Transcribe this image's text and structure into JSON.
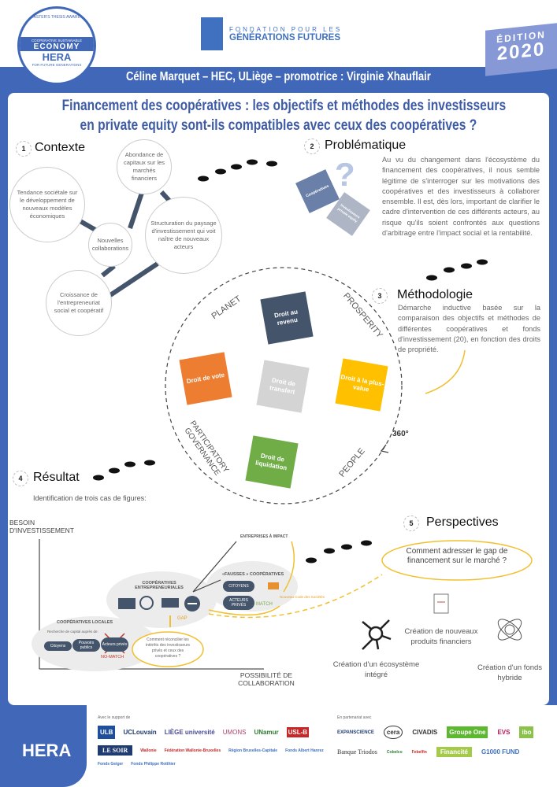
{
  "header": {
    "hera_badge": {
      "top": "MASTER'S THESIS AWARDS",
      "mid": "COOPERATIVE SUSTAINABLE",
      "main": "ECONOMY",
      "brand": "HERA",
      "bottom": "FOR FUTURE GENERATIONS"
    },
    "foundation": {
      "line1": "FONDATION POUR LES",
      "line2": "GÉNÉRATIONS FUTURES"
    },
    "edition": {
      "label": "ÉDITION",
      "year": "2020"
    },
    "author_line": "Céline Marquet – HEC, ULiège – promotrice : Virginie Xhauflair",
    "title_line1": "Financement des coopératives : les objectifs et méthodes des investisseurs",
    "title_line2": "en private equity sont-ils compatibles avec ceux des coopératives ?"
  },
  "contexte": {
    "num": "1",
    "title": "Contexte",
    "bubbles": [
      "Abondance de capitaux sur les marchés financiers",
      "Tendance sociétale sur le développement de nouveaux modèles économiques",
      "Nouvelles collaborations",
      "Structuration du paysage d'investissement qui voit naître de nouveaux acteurs",
      "Croissance de l'entrepreneuriat social et coopératif"
    ]
  },
  "problematique": {
    "num": "2",
    "title": "Problématique",
    "puzzle_labels": [
      "Coopératives",
      "Investisseurs private equity"
    ],
    "text": "Au vu du changement dans l'écosystème du financement des coopératives, il nous semble légitime de s'interroger sur les motivations des coopératives et des investisseurs à collaborer ensemble. Il est, dès lors, important de clarifier le cadre d'intervention de ces différents acteurs, au risque qu'ils soient confrontés aux questions d'arbitrage entre l'impact social et la rentabilité."
  },
  "methodologie": {
    "num": "3",
    "title": "Méthodologie",
    "text": "Démarche inductive basée sur la comparaison des objectifs et méthodes de différentes coopératives et fonds d'investissement (20), en fonction des droits de propriété.",
    "degrees": "360°",
    "circle_labels": {
      "planet": "PLANET",
      "prosperity": "PROSPERITY",
      "people": "PEOPLE",
      "governance1": "PARTICIPATORY",
      "governance2": "GOVERNANCE"
    },
    "puzzles": [
      {
        "label": "Droit au revenu",
        "color": "#44546a"
      },
      {
        "label": "Droit de vote",
        "color": "#ed7d31"
      },
      {
        "label": "Droit de transfert",
        "color": "#d4d4d4"
      },
      {
        "label": "Droit à la plus-value",
        "color": "#ffc000"
      },
      {
        "label": "Droit de liquidation",
        "color": "#70ad47"
      }
    ]
  },
  "resultat": {
    "num": "4",
    "title": "Résultat",
    "subtitle": "Identification de trois cas de figures:",
    "y_axis": "BESOIN D'INVESTISSEMENT",
    "x_axis": "POSSIBILITÉ DE COLLABORATION",
    "impact": "ENTREPRISES À IMPACT",
    "fausses": {
      "title": "«FAUSSES » COOPÉRATIVES",
      "pills": [
        "CITOYENS",
        "ACTEURS PRIVÉS"
      ],
      "match": "MATCH",
      "code": "Nouveau Code des Sociétés"
    },
    "entrepreneuriales": "COOPÉRATIVES ENTREPRENEURIALES",
    "gap": "GAP",
    "locales": {
      "title": "COOPÉRATIVES LOCALES",
      "sub": "Recherche de capital auprès de:",
      "pills": [
        "Citoyens",
        "Pouvoirs publics",
        "Acteurs privés"
      ],
      "nomatch": "NO-MATCH"
    },
    "cloud": "Comment réconcilier les intérêts des investisseurs privés et ceux des coopératives ?"
  },
  "perspectives": {
    "num": "5",
    "title": "Perspectives",
    "cloud": "Comment adresser le gap de financement sur le marché ?",
    "items": [
      "Création de nouveaux produits financiers",
      "Création d'un écosystème intégré",
      "Création d'un fonds hybride"
    ]
  },
  "footer": {
    "support_label": "Avec le support de",
    "partner_label": "En partenariat avec",
    "support_logos": [
      "ULB",
      "UCLouvain",
      "LIÈGE université",
      "UMONS",
      "UNamur",
      "USL-B",
      "LE SOIR",
      "Wallonie",
      "Fédération Wallonie-Bruxelles",
      "Région Bruxelles-Capitale",
      "Fonds Albert Hanrez",
      "Fonds Geiger",
      "Fonds Philippe Rotthier"
    ],
    "partner_logos": [
      "EXPANSCIENCE",
      "cera",
      "CIVADIS",
      "Groupe One",
      "EVS",
      "ibo",
      "Banque Triodos",
      "Cobelco",
      "Febelfin",
      "Financité",
      "G1000 FUND"
    ]
  }
}
